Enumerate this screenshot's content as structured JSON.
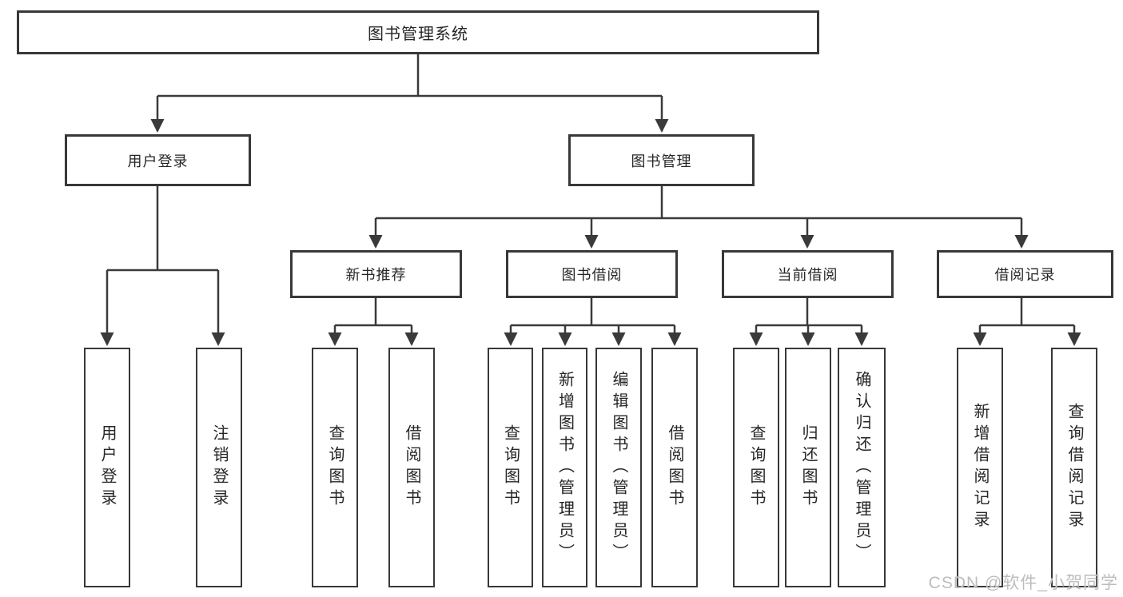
{
  "tree": {
    "root": "图书管理系统",
    "branches": [
      {
        "label": "用户登录",
        "children": [
          "用户登录",
          "注销登录"
        ]
      },
      {
        "label": "图书管理",
        "children": [
          {
            "label": "新书推荐",
            "children": [
              "查询图书",
              "借阅图书"
            ]
          },
          {
            "label": "图书借阅",
            "children": [
              "查询图书",
              "新增图书（管理员）",
              "编辑图书（管理员）",
              "借阅图书"
            ]
          },
          {
            "label": "当前借阅",
            "children": [
              "查询图书",
              "归还图书",
              "确认归还（管理员）"
            ]
          },
          {
            "label": "借阅记录",
            "children": [
              "新增借阅记录",
              "查询借阅记录"
            ]
          }
        ]
      }
    ]
  },
  "watermark": {
    "text": "CSDN @软件_小贺同学"
  },
  "colors": {
    "line": "#3a3a3a",
    "box_border": "#383838",
    "text": "#262626",
    "watermark": "#bdbdbd",
    "background": "#ffffff"
  }
}
